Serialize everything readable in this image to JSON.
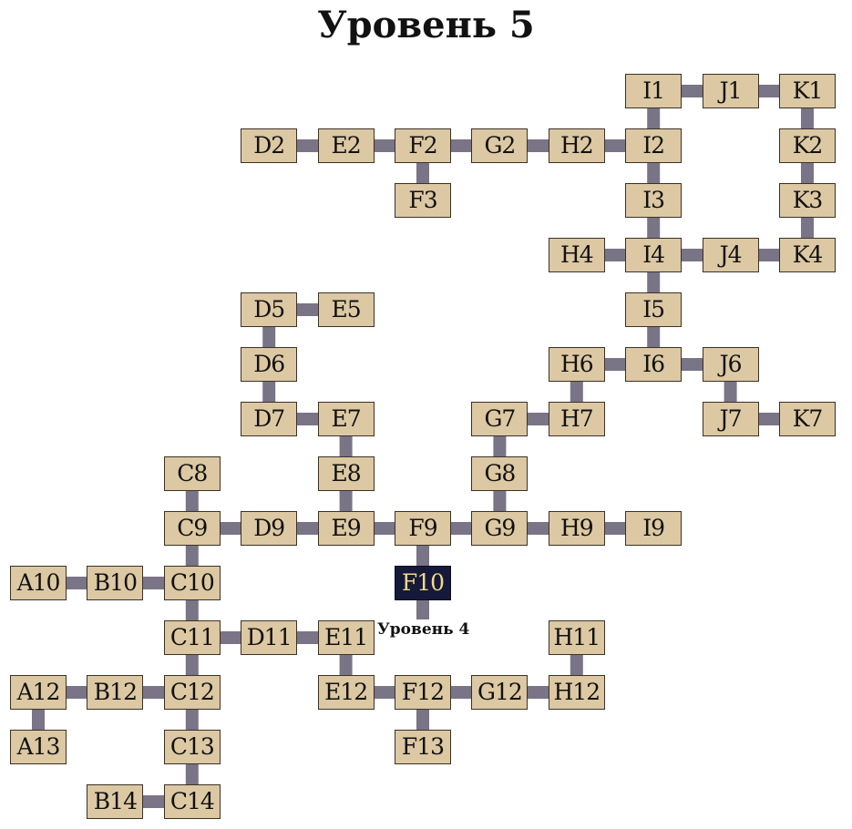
{
  "title": "Уровень 5",
  "exit_label": "Уровень 4",
  "current_room": "F10",
  "colors": {
    "room_fill": "#dcc8a2",
    "room_border": "#3a3128",
    "current_fill": "#15193a",
    "current_text": "#f2d98a",
    "connector": "#7a7487"
  },
  "columns": [
    "A",
    "B",
    "C",
    "D",
    "E",
    "F",
    "G",
    "H",
    "I",
    "J",
    "K"
  ],
  "rooms": [
    "I1",
    "J1",
    "K1",
    "D2",
    "E2",
    "F2",
    "G2",
    "H2",
    "I2",
    "K2",
    "F3",
    "I3",
    "K3",
    "H4",
    "I4",
    "J4",
    "K4",
    "D5",
    "E5",
    "I5",
    "D6",
    "H6",
    "I6",
    "J6",
    "D7",
    "E7",
    "G7",
    "H7",
    "J7",
    "K7",
    "C8",
    "E8",
    "G8",
    "C9",
    "D9",
    "E9",
    "F9",
    "G9",
    "H9",
    "I9",
    "A10",
    "B10",
    "C10",
    "F10",
    "C11",
    "D11",
    "E11",
    "H11",
    "A12",
    "B12",
    "C12",
    "E12",
    "F12",
    "G12",
    "H12",
    "A13",
    "C13",
    "F13",
    "B14",
    "C14"
  ],
  "connections": [
    [
      "I1",
      "J1"
    ],
    [
      "J1",
      "K1"
    ],
    [
      "I1",
      "I2"
    ],
    [
      "K1",
      "K2"
    ],
    [
      "D2",
      "E2"
    ],
    [
      "E2",
      "F2"
    ],
    [
      "F2",
      "G2"
    ],
    [
      "G2",
      "H2"
    ],
    [
      "H2",
      "I2"
    ],
    [
      "F2",
      "F3"
    ],
    [
      "I2",
      "I3"
    ],
    [
      "K2",
      "K3"
    ],
    [
      "I3",
      "I4"
    ],
    [
      "K3",
      "K4"
    ],
    [
      "H4",
      "I4"
    ],
    [
      "I4",
      "J4"
    ],
    [
      "J4",
      "K4"
    ],
    [
      "I4",
      "I5"
    ],
    [
      "D5",
      "E5"
    ],
    [
      "D5",
      "D6"
    ],
    [
      "I5",
      "I6"
    ],
    [
      "H6",
      "I6"
    ],
    [
      "I6",
      "J6"
    ],
    [
      "D6",
      "D7"
    ],
    [
      "H6",
      "H7"
    ],
    [
      "J6",
      "J7"
    ],
    [
      "D7",
      "E7"
    ],
    [
      "G7",
      "H7"
    ],
    [
      "J7",
      "K7"
    ],
    [
      "E7",
      "E8"
    ],
    [
      "G7",
      "G8"
    ],
    [
      "C8",
      "C9"
    ],
    [
      "E8",
      "E9"
    ],
    [
      "G8",
      "G9"
    ],
    [
      "C9",
      "D9"
    ],
    [
      "D9",
      "E9"
    ],
    [
      "E9",
      "F9"
    ],
    [
      "F9",
      "G9"
    ],
    [
      "G9",
      "H9"
    ],
    [
      "H9",
      "I9"
    ],
    [
      "C9",
      "C10"
    ],
    [
      "F9",
      "F10"
    ],
    [
      "A10",
      "B10"
    ],
    [
      "B10",
      "C10"
    ],
    [
      "C10",
      "C11"
    ],
    [
      "C11",
      "D11"
    ],
    [
      "D11",
      "E11"
    ],
    [
      "C11",
      "C12"
    ],
    [
      "E11",
      "E12"
    ],
    [
      "H11",
      "H12"
    ],
    [
      "A12",
      "B12"
    ],
    [
      "B12",
      "C12"
    ],
    [
      "E12",
      "F12"
    ],
    [
      "F12",
      "G12"
    ],
    [
      "G12",
      "H12"
    ],
    [
      "A12",
      "A13"
    ],
    [
      "C12",
      "C13"
    ],
    [
      "F12",
      "F13"
    ],
    [
      "C13",
      "C14"
    ],
    [
      "B14",
      "C14"
    ]
  ],
  "exits": [
    {
      "from": "F10",
      "direction": "down"
    }
  ]
}
